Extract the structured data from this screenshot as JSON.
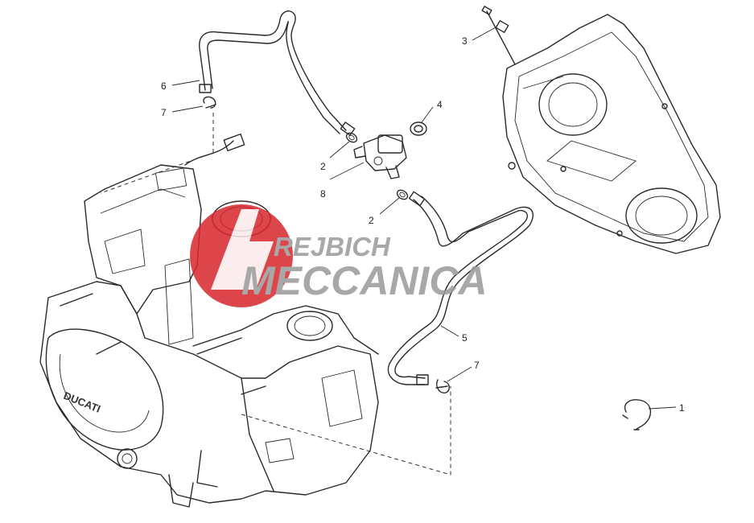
{
  "brand_text": "DUCATI",
  "watermark": {
    "line1": "REJBICH",
    "line2": "MECCANICA",
    "red": "#d7262b",
    "gray": "#9a9a9a"
  },
  "callouts": [
    {
      "id": "label-1",
      "text": "1"
    },
    {
      "id": "label-2a",
      "text": "2"
    },
    {
      "id": "label-2b",
      "text": "2"
    },
    {
      "id": "label-3",
      "text": "3"
    },
    {
      "id": "label-4",
      "text": "4"
    },
    {
      "id": "label-5",
      "text": "5"
    },
    {
      "id": "label-6",
      "text": "6"
    },
    {
      "id": "label-7a",
      "text": "7"
    },
    {
      "id": "label-7b",
      "text": "7"
    },
    {
      "id": "label-8",
      "text": "8"
    }
  ]
}
